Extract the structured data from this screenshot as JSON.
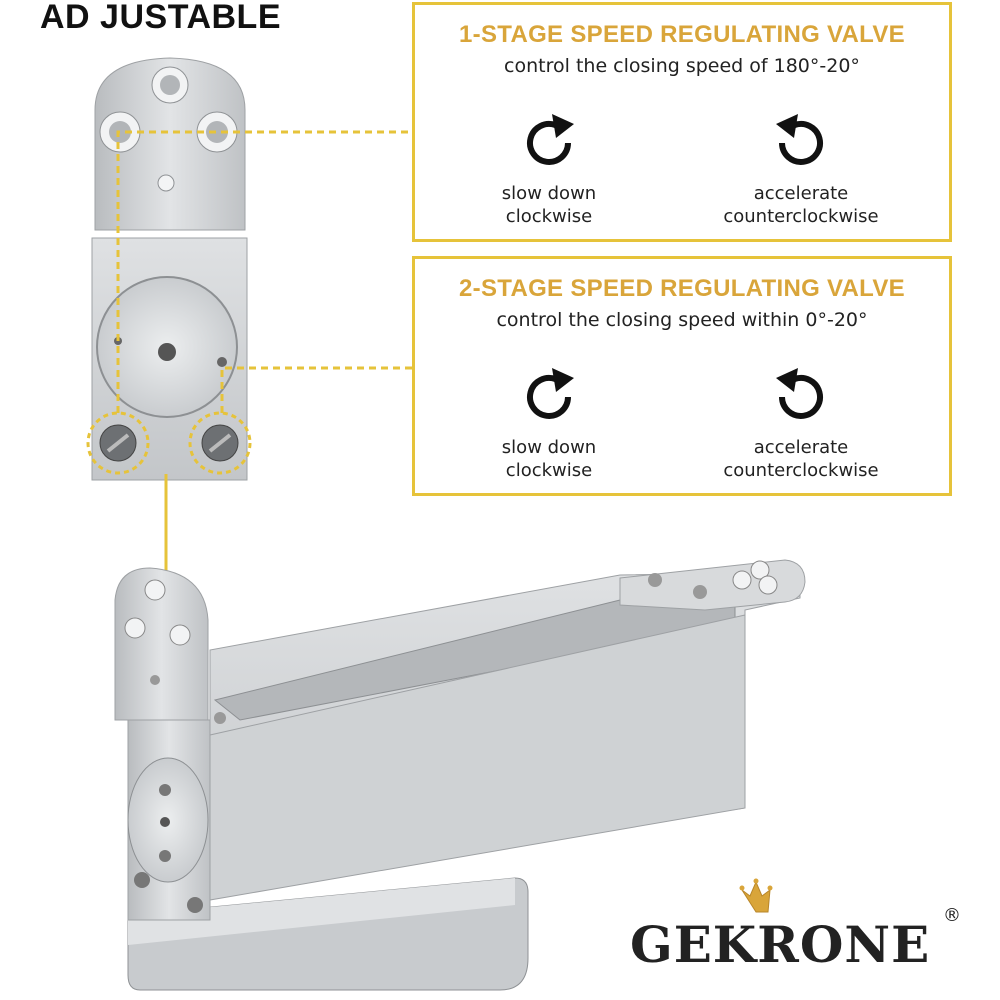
{
  "headline": "AD JUSTABLE",
  "panel1": {
    "title": "1-STAGE SPEED REGULATING VALVE",
    "subtitle": "control the closing speed of 180°-20°",
    "left_option": {
      "icon": "clockwise-arrow-icon",
      "line1": "slow down",
      "line2": "clockwise"
    },
    "right_option": {
      "icon": "counterclockwise-arrow-icon",
      "line1": "accelerate",
      "line2": "counterclockwise"
    }
  },
  "panel2": {
    "title": "2-STAGE SPEED REGULATING VALVE",
    "subtitle": "control the closing speed within 0°-20°",
    "left_option": {
      "icon": "clockwise-arrow-icon",
      "line1": "slow down",
      "line2": "clockwise"
    },
    "right_option": {
      "icon": "counterclockwise-arrow-icon",
      "line1": "accelerate",
      "line2": "counterclockwise"
    }
  },
  "brand": {
    "name": "GEKRONE",
    "mark": "®",
    "logo_icon": "crown-icon"
  },
  "colors": {
    "accent": "#e6c33a",
    "title": "#d9a53a",
    "metal": "#c9cbcd",
    "text": "#222222"
  }
}
